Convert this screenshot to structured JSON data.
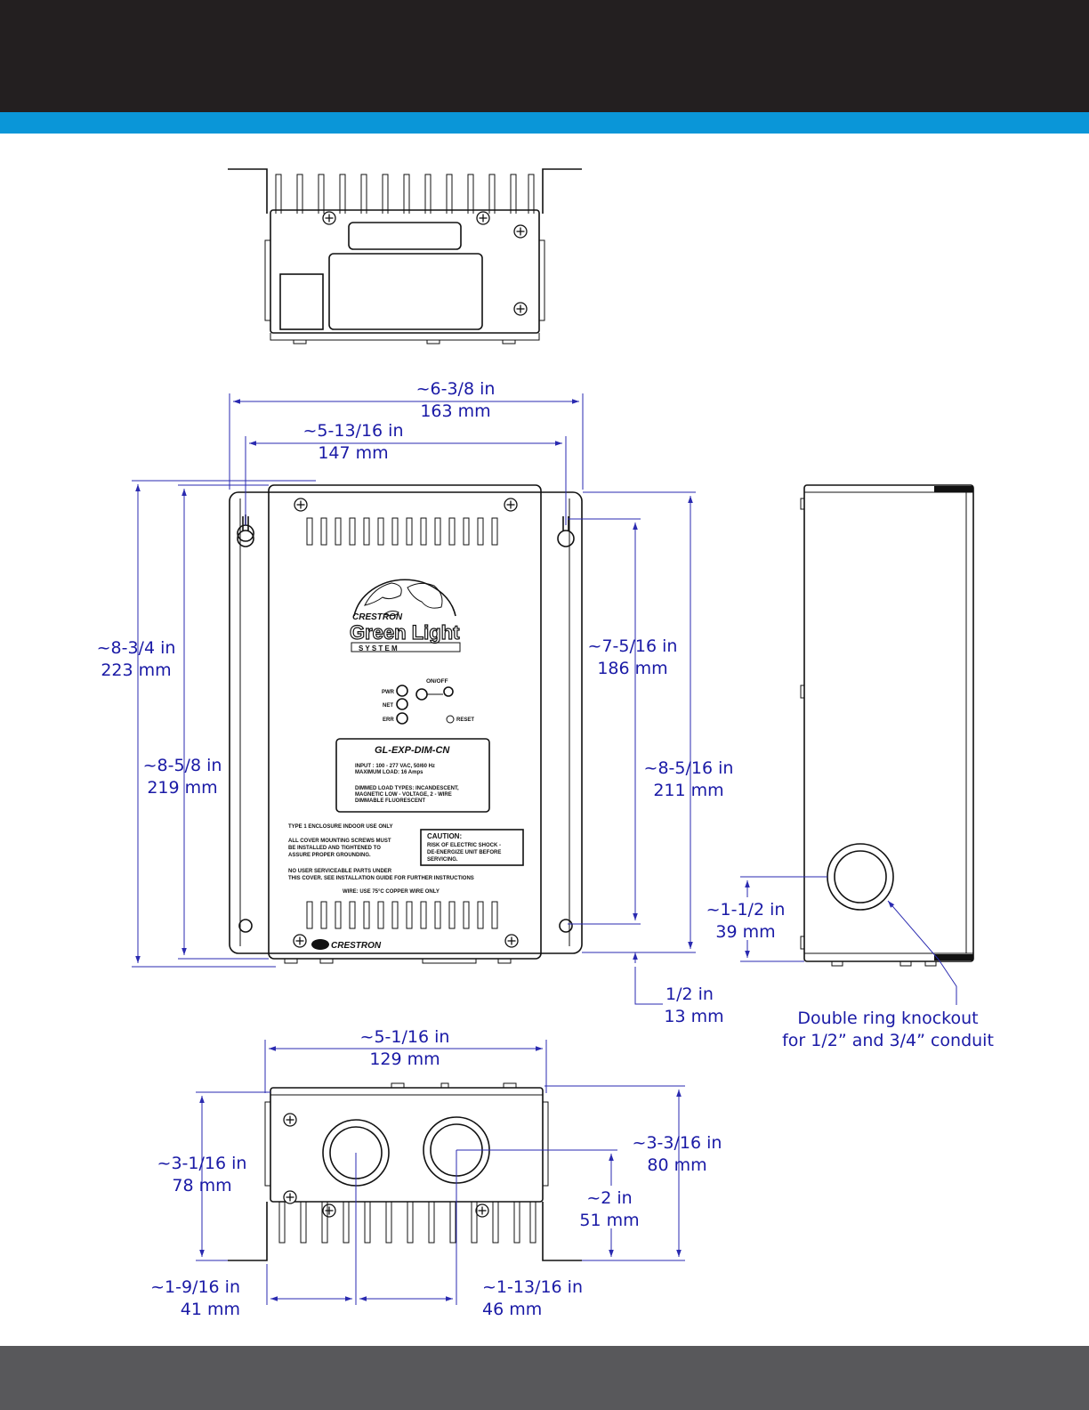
{
  "colors": {
    "header": "#231f20",
    "accent": "#0a96d8",
    "footer": "#58585b",
    "dimension": "#1a1aa6"
  },
  "dimensions": {
    "overall_width": {
      "in": "~6-3/8 in",
      "mm": "163 mm"
    },
    "mount_hole_spacing": {
      "in": "~5-13/16 in",
      "mm": "147 mm"
    },
    "overall_height": {
      "in": "~8-3/4 in",
      "mm": "223 mm"
    },
    "enclosure_height": {
      "in": "~8-5/8 in",
      "mm": "219 mm"
    },
    "hole_vertical_spacing": {
      "in": "~7-5/16 in",
      "mm": "186 mm"
    },
    "side_height": {
      "in": "~8-5/16 in",
      "mm": "211 mm"
    },
    "bottom_offset": {
      "in": "1/2 in",
      "mm": "13 mm"
    },
    "knockout_height": {
      "in": "~1-1/2 in",
      "mm": "39 mm"
    },
    "bottom_width": {
      "in": "~5-1/16 in",
      "mm": "129 mm"
    },
    "bottom_depth_left": {
      "in": "~3-1/16 in",
      "mm": "78 mm"
    },
    "bottom_depth_right": {
      "in": "~3-3/16 in",
      "mm": "80 mm"
    },
    "knockout_depth": {
      "in": "~2 in",
      "mm": "51 mm"
    },
    "knockout_left_offset": {
      "in": "~1-9/16 in",
      "mm": "41 mm"
    },
    "knockout_spacing": {
      "in": "~1-13/16 in",
      "mm": "46 mm"
    }
  },
  "callout": {
    "line1": "Double ring knockout",
    "line2": "for 1/2” and 3/4” conduit"
  },
  "device": {
    "brand_top": "CRESTRON",
    "logo_main": "Green Light",
    "logo_sub": "S Y S T E M",
    "onoff": "ON/OFF",
    "pwr": "PWR",
    "net": "NET",
    "err": "ERR",
    "reset": "RESET",
    "model": "GL-EXP-DIM-CN",
    "input": "INPUT : 100 - 277 VAC, 50/60 Hz",
    "max_load": "MAXIMUM LOAD: 16 Amps",
    "dim_types_1": "DIMMED LOAD TYPES: INCANDESCENT,",
    "dim_types_2": "MAGNETIC LOW - VOLTAGE, 2 - WIRE",
    "dim_types_3": "DIMMABLE FLUORESCENT",
    "type1": "TYPE 1 ENCLOSURE INDOOR USE ONLY",
    "screws_1": "ALL COVER MOUNTING SCREWS MUST",
    "screws_2": "BE INSTALLED AND TIGHTENED TO",
    "screws_3": "ASSURE PROPER GROUNDING.",
    "caution_title": "CAUTION:",
    "caution_1": "RISK OF ELECTRIC SHOCK -",
    "caution_2": "DE-ENERGIZE UNIT BEFORE",
    "caution_3": "SERVICING.",
    "no_parts_1": "NO USER SERVICEABLE PARTS UNDER",
    "no_parts_2": "THIS COVER. SEE INSTALLATION GUIDE FOR FURTHER INSTRUCTIONS",
    "wire": "WIRE: USE 75°C COPPER WIRE ONLY",
    "brand_bottom": "CRESTRON"
  }
}
